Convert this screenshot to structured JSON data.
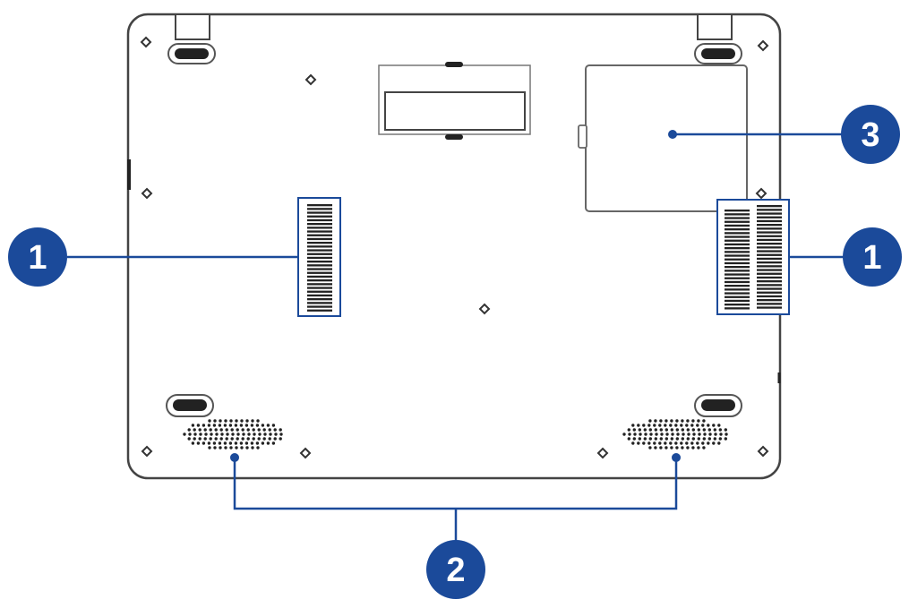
{
  "diagram": {
    "colors": {
      "outline": "#444444",
      "callout": "#1b4a9a",
      "callout_line": "#1b4a9a",
      "vent": "#222222",
      "background": "#ffffff"
    },
    "callouts": {
      "vent_left": {
        "label": "1"
      },
      "vent_right": {
        "label": "1"
      },
      "speakers": {
        "label": "2"
      },
      "compartment": {
        "label": "3"
      }
    },
    "components": [
      {
        "name": "left-air-vent"
      },
      {
        "name": "right-air-vent"
      },
      {
        "name": "left-speaker-grille"
      },
      {
        "name": "right-speaker-grille"
      },
      {
        "name": "access-compartment-cover"
      },
      {
        "name": "battery-cover"
      },
      {
        "name": "rubber-feet"
      },
      {
        "name": "screws"
      }
    ]
  }
}
